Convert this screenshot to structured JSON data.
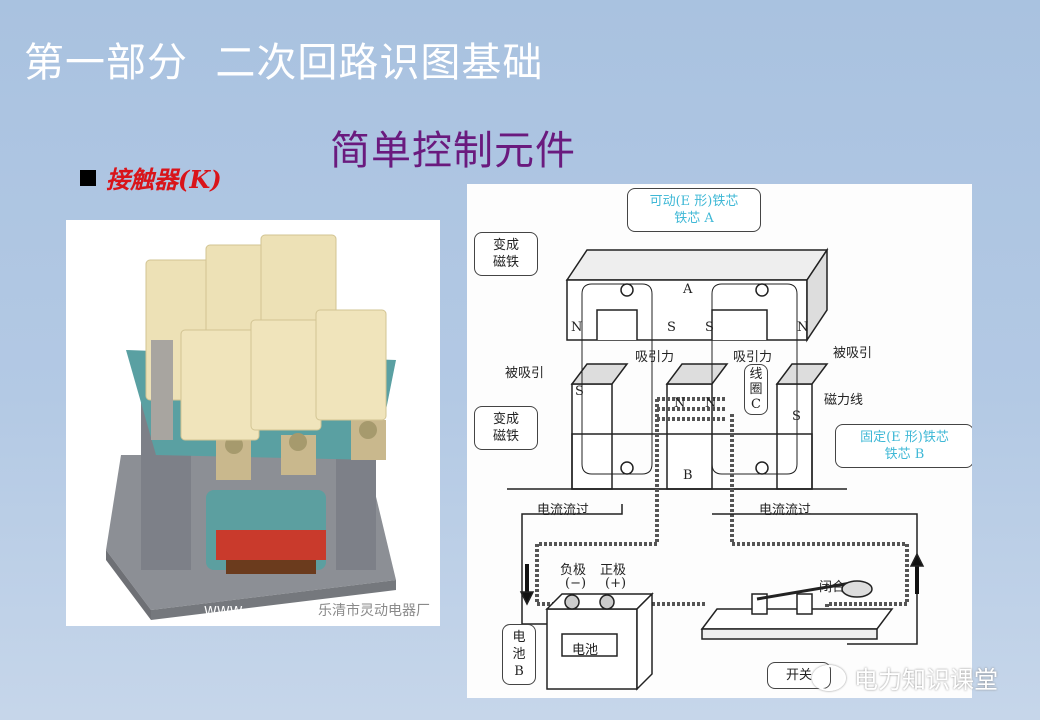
{
  "slide": {
    "title": "第一部分  二次回路识图基础",
    "section_title": "简单控制元件",
    "bullet": {
      "text": "接触器(K)"
    }
  },
  "photo": {
    "caption": "乐清市灵动电器厂",
    "watermark_partial": "WWW"
  },
  "diagram": {
    "callouts": {
      "movable_core": "可动(E 形)铁芯\n铁芯 A",
      "become_magnet_top": "变成\n磁铁",
      "become_magnet_bottom": "变成\n磁铁",
      "fixed_core": "固定(E 形)铁芯\n铁芯 B",
      "battery": "电\n池\nB",
      "switch": "开关"
    },
    "labels": {
      "attracted_left": "被吸引",
      "attracted_right": "被吸引",
      "attraction_force_left": "吸引力",
      "attraction_force_right": "吸引力",
      "coil": "线\n圈\nC",
      "magnetic_lines": "磁力线",
      "current_flow_left": "电流流过",
      "current_flow_right": "电流流过",
      "negative": "负极",
      "negative_sign": "(−)",
      "positive": "正极",
      "positive_sign": "(+)",
      "battery_body": "电池",
      "closed": "闭合",
      "core_a": "A",
      "core_b": "B"
    },
    "poles": [
      "N",
      "S",
      "S",
      "N",
      "S",
      "N",
      "N",
      "S"
    ]
  },
  "watermark": {
    "text": "电力知识课堂"
  },
  "colors": {
    "title": "#ffffff",
    "section_title": "#6a1a7e",
    "bullet_text": "#d9141a",
    "callout_cyan": "#3fb8d6"
  }
}
